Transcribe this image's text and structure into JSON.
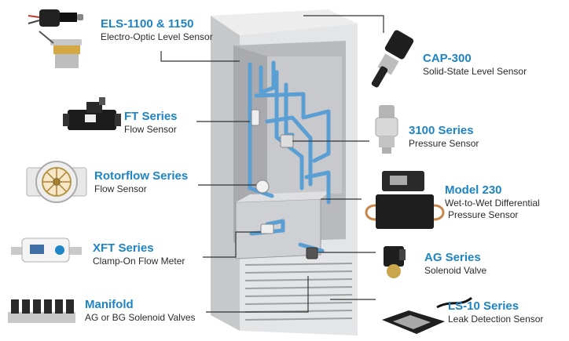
{
  "colors": {
    "title": "#1d84c6",
    "subtitle": "#2b2b2b",
    "cabinet_side": "#cfd0d2",
    "cabinet_front": "#e6e7e8",
    "cabinet_interior": "#bdbec1",
    "tubing": "#5a9fd4",
    "leader_line": "#333333"
  },
  "cabinet": {
    "name": "equipment-cabinet"
  },
  "products": [
    {
      "id": "els",
      "title": "ELS-1100 & 1150",
      "subtitle": "Electro-Optic Level Sensor",
      "icon": "level-sensor-probe-icon"
    },
    {
      "id": "ft",
      "title": "FT Series",
      "subtitle": "Flow Sensor",
      "icon": "flow-sensor-icon"
    },
    {
      "id": "rotorflow",
      "title": "Rotorflow Series",
      "subtitle": "Flow Sensor",
      "icon": "rotor-flow-sensor-icon"
    },
    {
      "id": "xft",
      "title": "XFT Series",
      "subtitle": "Clamp-On Flow Meter",
      "icon": "clamp-on-flow-meter-icon"
    },
    {
      "id": "manifold",
      "title": "Manifold",
      "subtitle": "AG or BG Solenoid Valves",
      "icon": "valve-manifold-icon"
    },
    {
      "id": "cap300",
      "title": "CAP-300",
      "subtitle": "Solid-State Level Sensor",
      "icon": "solid-state-level-sensor-icon"
    },
    {
      "id": "s3100",
      "title": "3100 Series",
      "subtitle": "Pressure Sensor",
      "icon": "pressure-sensor-icon"
    },
    {
      "id": "m230",
      "title": "Model 230",
      "subtitle": "Wet-to-Wet Differential",
      "subtitle2": "Pressure Sensor",
      "icon": "differential-pressure-sensor-icon"
    },
    {
      "id": "ag",
      "title": "AG Series",
      "subtitle": "Solenoid Valve",
      "icon": "solenoid-valve-icon"
    },
    {
      "id": "ls10",
      "title": "LS-10 Series",
      "subtitle": "Leak Detection Sensor",
      "icon": "leak-detection-sensor-icon"
    }
  ]
}
